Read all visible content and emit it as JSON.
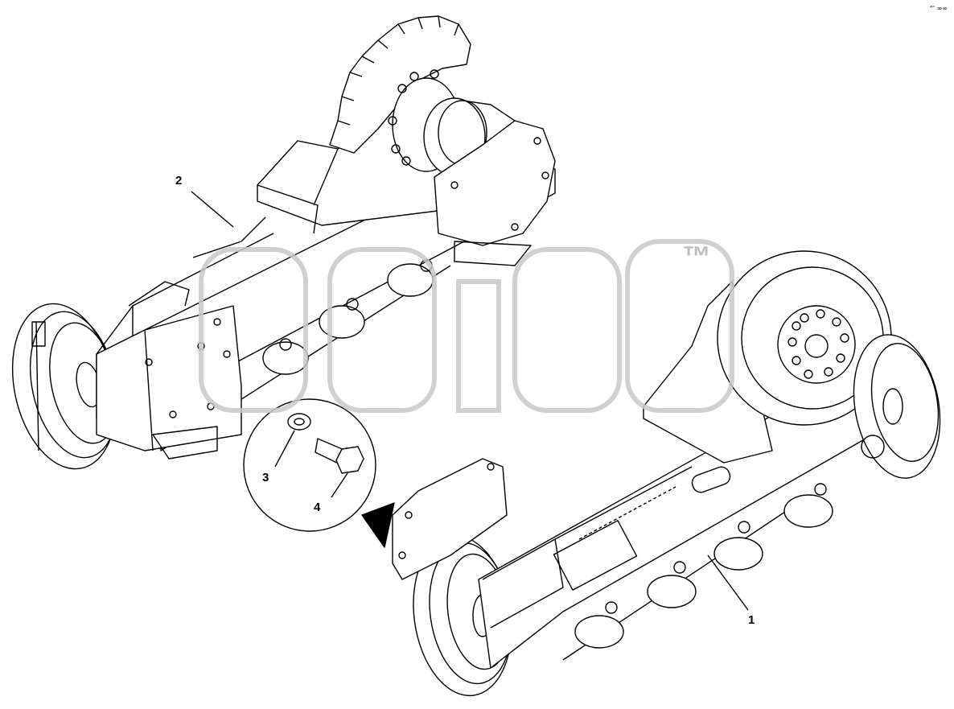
{
  "callouts": {
    "c1": "1",
    "c2": "2",
    "c3": "3",
    "c4": "4"
  },
  "watermark": {
    "trademark": "™"
  },
  "corner_mark": "“' ∞∞",
  "colors": {
    "line": "#000000",
    "fill": "#ffffff",
    "watermark": "#c8c8c8"
  }
}
